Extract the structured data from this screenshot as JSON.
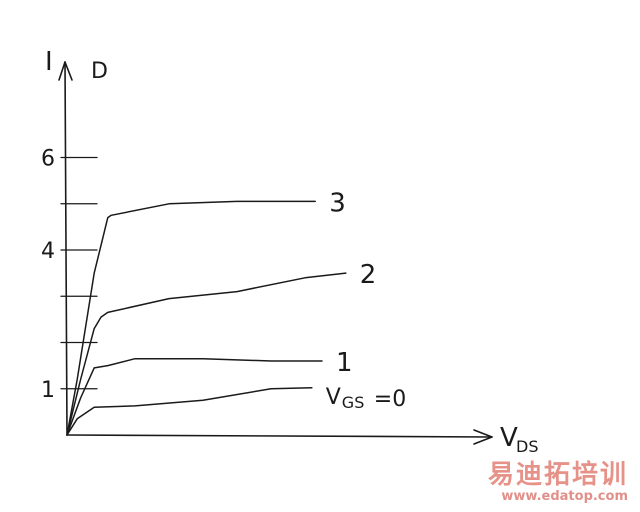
{
  "chart_data": {
    "type": "line",
    "title": "",
    "xlabel": "V",
    "xlabel_sub": "DS",
    "ylabel": "I",
    "ylabel_sub": "D",
    "xlim": [
      0,
      10
    ],
    "ylim": [
      0,
      8
    ],
    "y_tick_values": [
      1,
      2,
      3,
      4,
      5,
      6
    ],
    "y_tick_labels": [
      {
        "value": 1,
        "text": "1"
      },
      {
        "value": 4,
        "text": "4"
      },
      {
        "value": 6,
        "text": "6"
      }
    ],
    "grid": false,
    "series": [
      {
        "name": "V",
        "label_sub": "GS",
        "label_suffix": "=0",
        "x": [
          0,
          0.3,
          0.8,
          2,
          4,
          6,
          7.2
        ],
        "y": [
          0,
          0.35,
          0.6,
          0.63,
          0.75,
          1.0,
          1.02
        ]
      },
      {
        "name": "1",
        "x": [
          0,
          0.4,
          0.8,
          1.2,
          2,
          4,
          6,
          7.5
        ],
        "y": [
          0,
          0.8,
          1.45,
          1.5,
          1.65,
          1.65,
          1.6,
          1.6
        ]
      },
      {
        "name": "2",
        "x": [
          0,
          0.4,
          0.8,
          1.0,
          1.2,
          3,
          5,
          7,
          8.2
        ],
        "y": [
          0,
          1.2,
          2.3,
          2.55,
          2.65,
          2.95,
          3.1,
          3.4,
          3.5
        ]
      },
      {
        "name": "3",
        "x": [
          0,
          0.3,
          0.8,
          1.2,
          1.3,
          3,
          5,
          7.3
        ],
        "y": [
          0,
          1.2,
          3.5,
          4.7,
          4.75,
          5.0,
          5.05,
          5.05
        ]
      }
    ]
  },
  "watermark": {
    "text_cn": "易迪拓培训",
    "text_url": "www.edatop.com"
  }
}
